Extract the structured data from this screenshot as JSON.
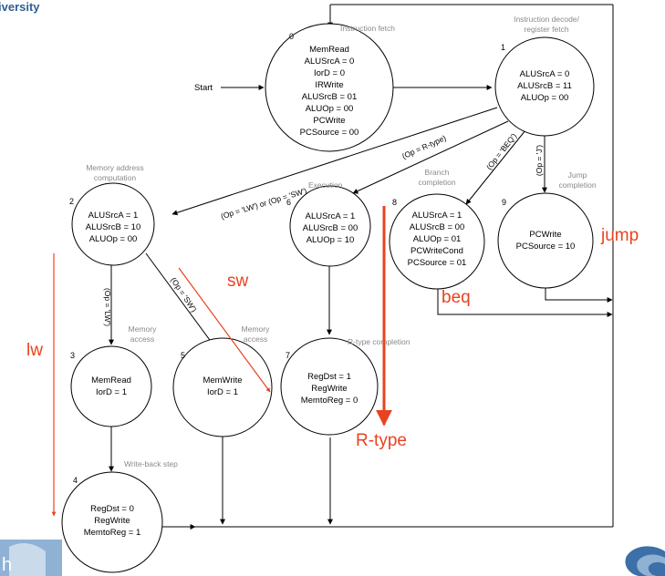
{
  "header_fragment": "iversity",
  "footer_fragment": "h",
  "start_label": "Start",
  "colors": {
    "annotation_red": "#e8431f",
    "caption_gray": "#8a8a8a",
    "logo_blue": "#2f5f93"
  },
  "states": [
    {
      "id": "0",
      "caption": "Instruction fetch",
      "signals": [
        "MemRead",
        "ALUSrcA = 0",
        "IorD = 0",
        "IRWrite",
        "ALUSrcB = 01",
        "ALUOp = 00",
        "PCWrite",
        "PCSource = 00"
      ]
    },
    {
      "id": "1",
      "caption": "Instruction decode/ register fetch",
      "caption_lines": [
        "Instruction decode/",
        "register fetch"
      ],
      "signals": [
        "ALUSrcA = 0",
        "ALUSrcB = 11",
        "ALUOp = 00"
      ]
    },
    {
      "id": "2",
      "caption": "Memory address computation",
      "caption_lines": [
        "Memory address",
        "computation"
      ],
      "signals": [
        "ALUSrcA = 1",
        "ALUSrcB = 10",
        "ALUOp = 00"
      ]
    },
    {
      "id": "3",
      "caption": "Memory access",
      "caption_lines": [
        "Memory",
        "access"
      ],
      "signals": [
        "MemRead",
        "IorD = 1"
      ]
    },
    {
      "id": "4",
      "caption": "Write-back step",
      "signals": [
        "RegDst = 0",
        "RegWrite",
        "MemtoReg = 1"
      ]
    },
    {
      "id": "5",
      "caption": "Memory access",
      "caption_lines": [
        "Memory",
        "access"
      ],
      "signals": [
        "MemWrite",
        "IorD = 1"
      ]
    },
    {
      "id": "6",
      "caption": "Execution",
      "signals": [
        "ALUSrcA = 1",
        "ALUSrcB = 00",
        "ALUOp = 10"
      ]
    },
    {
      "id": "7",
      "caption": "R-type completion",
      "signals": [
        "RegDst = 1",
        "RegWrite",
        "MemtoReg = 0"
      ]
    },
    {
      "id": "8",
      "caption": "Branch completion",
      "caption_lines": [
        "Branch",
        "completion"
      ],
      "signals": [
        "ALUSrcA = 1",
        "ALUSrcB = 00",
        "ALUOp = 01",
        "PCWriteCond",
        "PCSource = 01"
      ]
    },
    {
      "id": "9",
      "caption": "Jump completion",
      "caption_lines": [
        "Jump",
        "completion"
      ],
      "signals": [
        "PCWrite",
        "PCSource = 10"
      ]
    }
  ],
  "conditions": {
    "to_2": "(Op = 'LW') or (Op = 'SW')",
    "to_6": "(Op = R-type)",
    "to_8": "(Op = 'BEQ')",
    "to_9": "(Op = 'J')",
    "to_3": "(Op = 'LW')",
    "to_5": "(Op = 'SW')"
  },
  "annotations": {
    "lw": "lw",
    "sw": "sw",
    "beq": "beq",
    "jump": "jump",
    "rtype": "R-type"
  }
}
